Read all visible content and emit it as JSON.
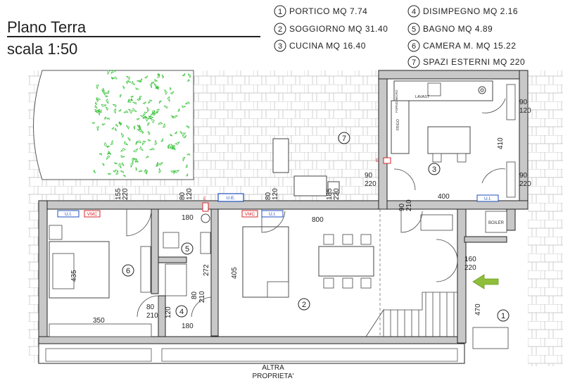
{
  "header": {
    "title": "Plano Terra",
    "scale": "scala 1:50"
  },
  "legend": [
    {
      "num": "1",
      "text": "PORTICO MQ 7.74"
    },
    {
      "num": "2",
      "text": "SOGGIORNO MQ 31.40"
    },
    {
      "num": "3",
      "text": "CUCINA MQ 16.40"
    },
    {
      "num": "4",
      "text": "DISIMPEGNO MQ 2.16"
    },
    {
      "num": "5",
      "text": "BAGNO MQ 4.89"
    },
    {
      "num": "6",
      "text": "CAMERA M. MQ 15.22"
    },
    {
      "num": "7",
      "text": "SPAZI ESTERNI MQ 220"
    }
  ],
  "rooms": {
    "r1": "1",
    "r2": "2",
    "r3": "3",
    "r4": "4",
    "r5": "5",
    "r6": "6",
    "r7": "7"
  },
  "dimensions": {
    "d155": "155",
    "d220a": "220",
    "d80a": "80",
    "d120a": "120",
    "d80b": "80",
    "d120b": "120",
    "d185": "185",
    "d220b": "220",
    "d90a": "90",
    "d220c": "220",
    "d90b": "90",
    "d210a": "210",
    "d400": "400",
    "d410": "410",
    "d90c": "90",
    "d120c": "120",
    "d90d": "90",
    "d220d": "220",
    "d180a": "180",
    "d800": "800",
    "d435": "435",
    "d272": "272",
    "d405": "405",
    "d80c": "80",
    "d210b": "210",
    "d120d": "120",
    "d80d": "80",
    "d210c": "210",
    "d350": "350",
    "d180b": "180",
    "d160": "160",
    "d220e": "220",
    "d470": "470"
  },
  "tags": {
    "ui1": "U.I.",
    "vmc1": "VMC",
    "ue": "U.E.",
    "vmc2": "VMC",
    "ui2": "U.I.",
    "ui3": "U.I.",
    "boiler": "BOILER",
    "lavast": "LAVAST",
    "forno": "FORNO MICRO",
    "frigo": "FRIGO",
    "e1": "E",
    "e2": "E"
  },
  "footer": {
    "line1": "ALTRA",
    "line2": "PROPRIETA'"
  },
  "colors": {
    "wall": "#c8c8c8",
    "line": "#222222",
    "unit_blue": "#1f4fbf",
    "vmc_red": "#d9262a",
    "grass": "#2fbf2f",
    "arrow": "#8fbf3a"
  }
}
